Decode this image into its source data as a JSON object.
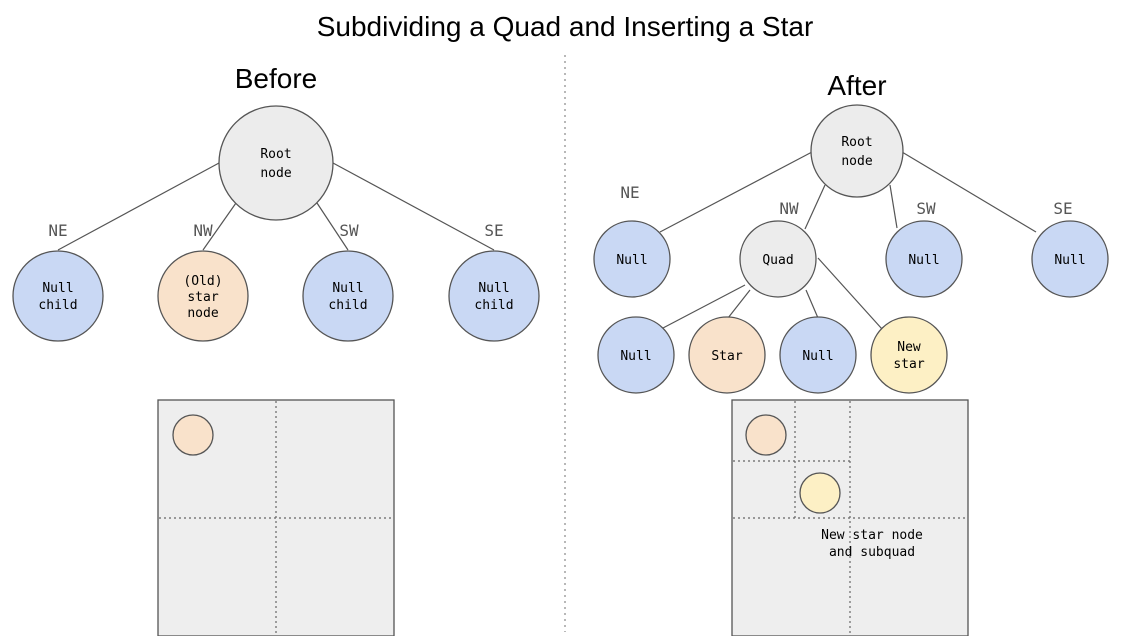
{
  "title": "Subdividing a Quad and Inserting a Star",
  "colors": {
    "root": "#ececec",
    "null": "#c9d8f4",
    "star": "#f9e2cb",
    "new_star": "#fdf0c5",
    "box": "#eeeeee",
    "stroke": "#555555"
  },
  "before": {
    "heading": "Before",
    "root": [
      "Root",
      "node"
    ],
    "labels": {
      "ne": "NE",
      "nw": "NW",
      "sw": "SW",
      "se": "SE"
    },
    "children": {
      "ne": [
        "Null",
        "child"
      ],
      "nw": [
        "(Old)",
        "star",
        "node"
      ],
      "sw": [
        "Null",
        "child"
      ],
      "se": [
        "Null",
        "child"
      ]
    }
  },
  "after": {
    "heading": "After",
    "root": [
      "Root",
      "node"
    ],
    "labels": {
      "ne": "NE",
      "nw": "NW",
      "sw": "SW",
      "se": "SE"
    },
    "children": {
      "ne": "Null",
      "quad": "Quad",
      "sw": "Null",
      "se": "Null"
    },
    "quad_children": {
      "c1": "Null",
      "c2": "Star",
      "c3": "Null",
      "c4": [
        "New",
        "star"
      ]
    },
    "note": [
      "New star node",
      "and subquad"
    ]
  }
}
